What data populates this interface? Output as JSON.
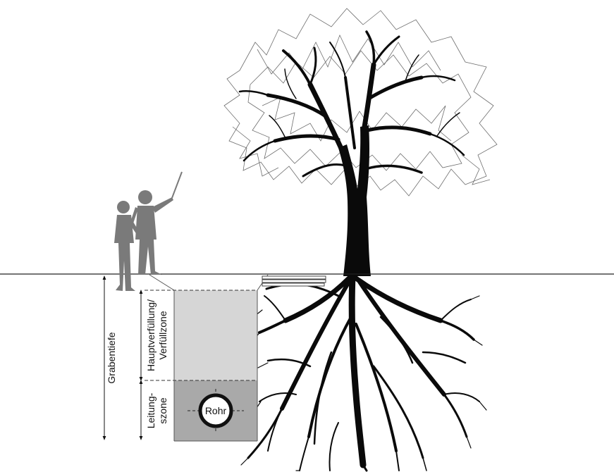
{
  "labels": {
    "grabentiefe": "Grabentiefe",
    "hauptverfuellung_line1": "Hauptverfüllung/",
    "hauptverfuellung_line2": "Verfüllzone",
    "leitungszone_line1": "Leitung-",
    "leitungszone_line2": "szone",
    "rohr": "Rohr"
  },
  "colors": {
    "ground_line": "#222222",
    "people": "#7a7a7a",
    "tree": "#0a0a0a",
    "crown_outline": "#6e6e6e",
    "backfill_zone": "#d6d6d6",
    "pipe_zone": "#a9a9a9",
    "pipe_fill": "#ffffff"
  }
}
